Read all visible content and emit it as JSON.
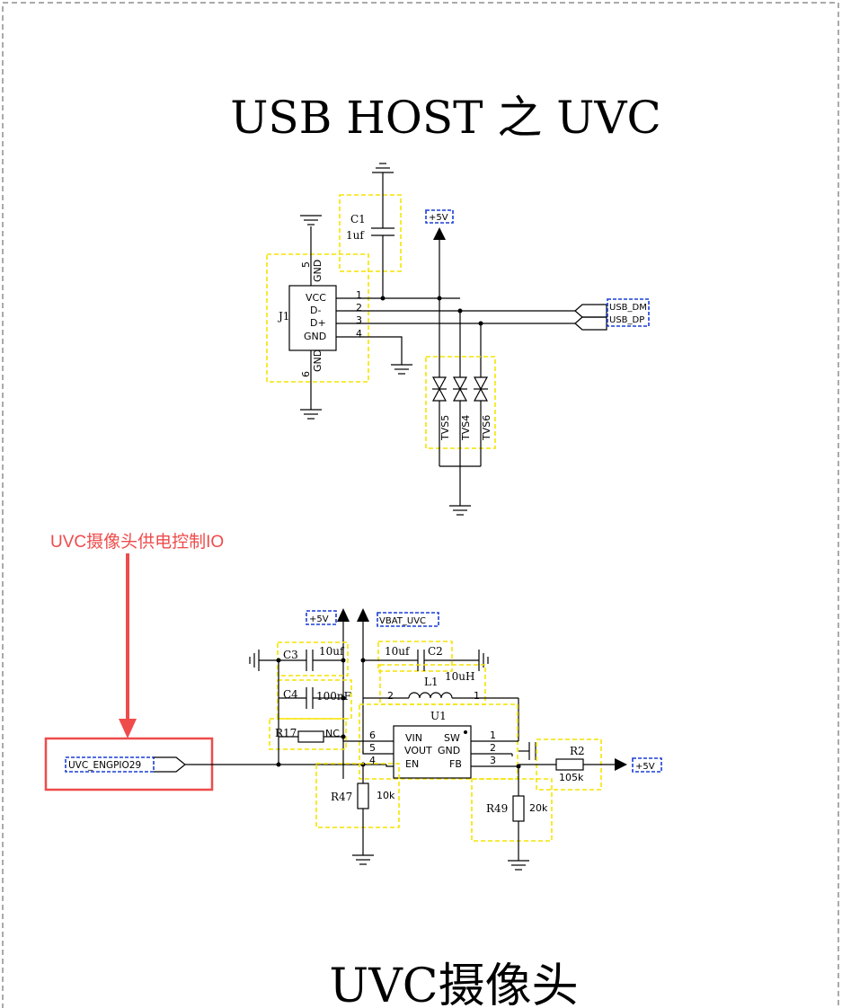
{
  "titles": {
    "top": "USB HOST 之 UVC",
    "bottom": "UVC摄像头"
  },
  "annotation": {
    "text": "UVC摄像头供电控制IO",
    "color": "#ef4b4b"
  },
  "usb": {
    "connector": "J1",
    "pins_left": [
      "VCC",
      "D-",
      "D+",
      "GND"
    ],
    "pin_nums": [
      "1",
      "2",
      "3",
      "4"
    ],
    "gnd_top_num": "5",
    "gnd_top": "GND",
    "gnd_bottom_num": "6",
    "gnd_bottom": "GND",
    "cap_ref": "C1",
    "cap_val": "1uf",
    "power": "+5V",
    "net_dm": "USB_DM",
    "net_dp": "USB_DP",
    "tvs": [
      "TVS5",
      "TVS4",
      "TVS6"
    ]
  },
  "power": {
    "net_5v": "+5V",
    "net_vbat": "VBAT_UVC",
    "c3_ref": "C3",
    "c3_val": "10uf",
    "c4_ref": "C4",
    "c4_val": "100nF",
    "c2_ref": "C2",
    "c2_val": "10uf",
    "l1_ref": "L1",
    "l1_val": "10uH",
    "l1_pin2": "2",
    "l1_pin1": "1",
    "r17_ref": "R17",
    "r17_val": "NC",
    "u1_ref": "U1",
    "u1_left": [
      "VIN",
      "VOUT",
      "EN"
    ],
    "u1_left_nums": [
      "6",
      "5",
      "4"
    ],
    "u1_right": [
      "SW",
      "GND",
      "FB"
    ],
    "u1_right_nums": [
      "1",
      "2",
      "3"
    ],
    "r47_ref": "R47",
    "r47_val": "10k",
    "r49_ref": "R49",
    "r49_val": "20k",
    "r2_ref": "R2",
    "r2_val": "105k",
    "out_net": "+5V",
    "ctrl_net": "UVC_ENGPIO29"
  }
}
